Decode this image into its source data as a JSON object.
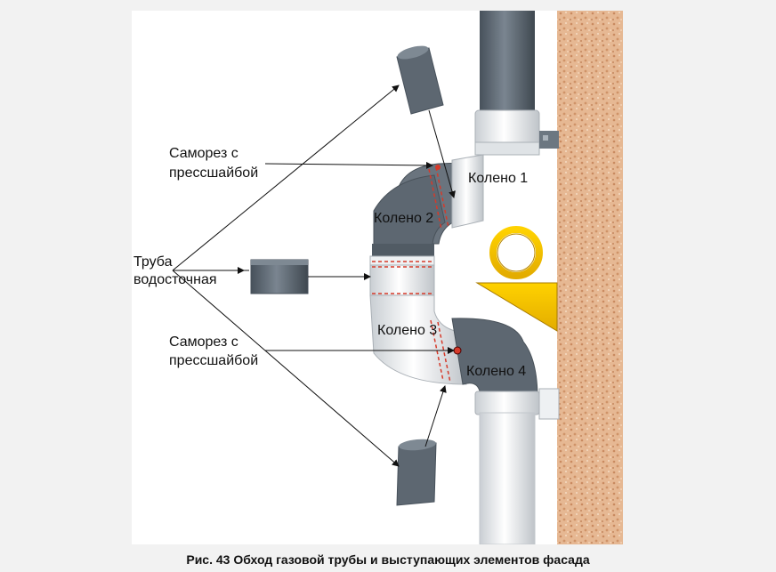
{
  "labels": {
    "samorez_top_1": "Саморез с",
    "samorez_top_2": "прессшайбой",
    "truba_1": "Труба",
    "truba_2": "водосточная",
    "samorez_bottom_1": "Саморез с",
    "samorez_bottom_2": "прессшайбой",
    "koleno_1": "Колено 1",
    "koleno_2": "Колено 2",
    "koleno_3": "Колено 3",
    "koleno_4": "Колено 4"
  },
  "caption": "Рис. 43 Обход газовой трубы и выступающих элементов фасада",
  "colors": {
    "pipe_gray": "#5a6570",
    "pipe_white": "#eceef0",
    "wall": "#e4b28e",
    "gas_pipe": "#f2c400",
    "bracket": "#f5c400",
    "seam": "#d63a2a"
  }
}
